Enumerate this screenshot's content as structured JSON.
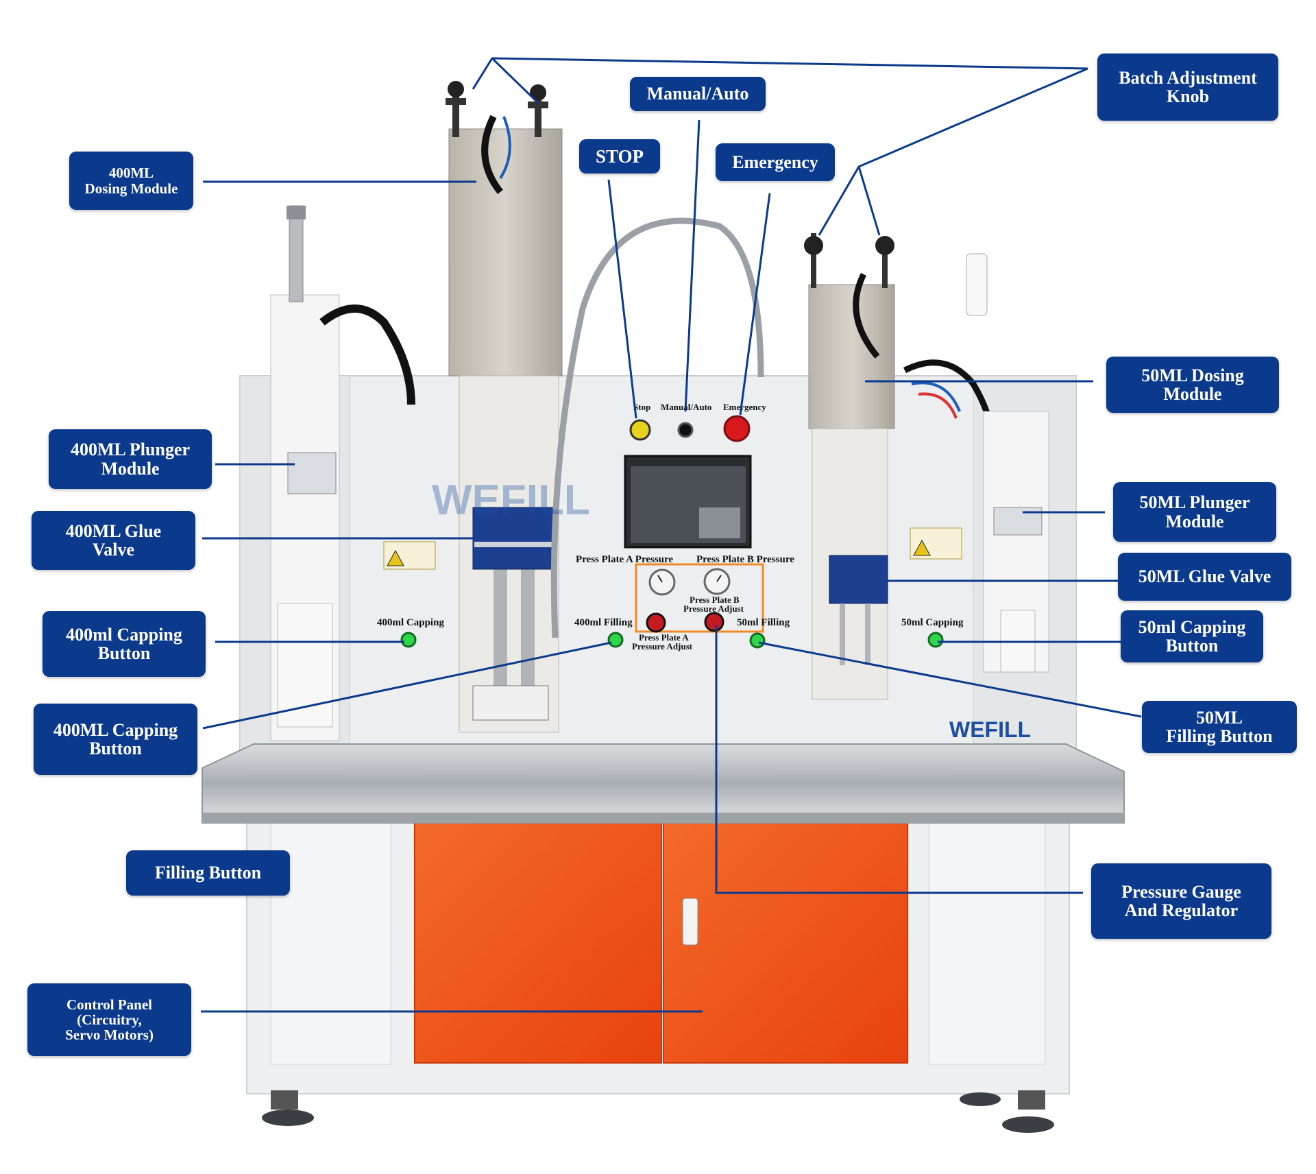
{
  "colors": {
    "callout_bg": "#0b3a8c",
    "callout_text": "#ffffff",
    "leader_line": "#0b3a8c",
    "cabinet_door": "#f0541c",
    "frame": "#e8eaec",
    "steel": "#bfc3c7",
    "wefill_blue": "#1c4fa1"
  },
  "callouts": {
    "batch_knob": "Batch Adjustment\nKnob",
    "manual_auto": "Manual/Auto",
    "stop": "STOP",
    "emergency": "Emergency",
    "dosing_400": "400ML\nDosing Module",
    "dosing_50": "50ML Dosing\nModule",
    "plunger_400": "400ML Plunger\nModule",
    "plunger_50": "50ML  Plunger\nModule",
    "glue_400": "400ML Glue\nValve",
    "glue_50": "50ML Glue Valve",
    "capping_400_lower": "400ml Capping\nButton",
    "capping_50": "50ml Capping\nButton",
    "capping_400": "400ML Capping\nButton",
    "filling_50": "50ML\nFilling Button",
    "filling": "Filling Button",
    "pressure": "Pressure Gauge\nAnd Regulator",
    "control_panel": "Control Panel\n(Circuitry,\nServo Motors)"
  },
  "panel_labels": {
    "stop": "Stop",
    "manual_auto": "Manual/Auto",
    "emergency": "Emergency",
    "press_a": "Press Plate A Pressure",
    "press_b": "Press Plate B Pressure",
    "press_b_adjust_1": "Press Plate B",
    "press_b_adjust_2": "Pressure Adjust",
    "press_a_adjust_1": "Press Plate A",
    "press_a_adjust_2": "Pressure Adjust",
    "capping_400": "400ml Capping",
    "filling_400": "400ml Filling",
    "filling_50": "50ml Filling",
    "capping_50": "50ml Capping"
  },
  "brand": "WEFILL"
}
